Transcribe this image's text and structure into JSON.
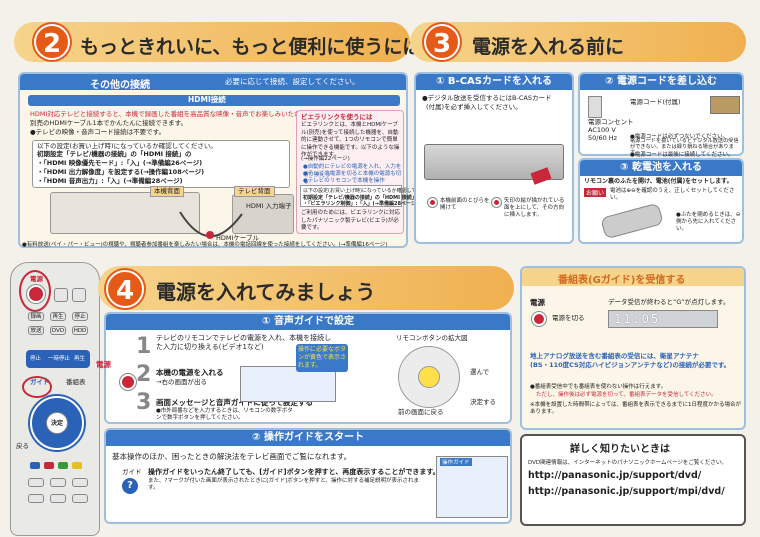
{
  "s2": {
    "num": "2",
    "title": "もっときれいに、もっと便利に使うには"
  },
  "s3": {
    "num": "3",
    "title": "電源を入れる前に"
  },
  "s4": {
    "num": "4",
    "title": "電源を入れてみましょう"
  },
  "other": {
    "head": "その他の接続",
    "headnote": "必要に応じて接続、設定してください。",
    "hdmi_title": "HDMI接続",
    "hdmi_line1": "HDMI対応テレビと接続すると、本機で録画した番組を高品質な映像・音声でお楽しみいただけます。",
    "hdmi_line2": "別売のHDMIケーブル1本でかんたんに接続できます。",
    "hdmi_line3": "●テレビの映像・音声コード接続は不要です。",
    "setting_head": "以下の設定(お買い上げ時)になっているか確認してください。",
    "setting_sub": "初期設定「テレビ/機器の接続」の「HDMI 接続」の",
    "setting_1": "・「HDMI 映像優先モード」:「入」(→準備編26ページ)",
    "setting_2": "・「HDMI 出力解像度」を設定する(→操作編108ページ)",
    "setting_3": "・「HDMI 音声出力」:「入」(→準備編28ページ)",
    "vierra_head": "ビエラリンクを使うには",
    "vierra_1": "ビエラリンクとは、本機とHDMIケーブル(別売)を使って接続した機器を、自動的に連動させて、1つのリモコンで簡単に操作できる機能です。以下のような操作ができます。",
    "vierra_2": "(→操作編22ページ)",
    "vierra_3": "●自動的にテレビの電源を入れ、入力を切り換える",
    "vierra_4": "●テレビの電源を切ると本機の電源も切る",
    "vierra_5": "●テレビのリモコンで本機を操作",
    "vierra_6": "以下の設定(お買い上げ時)になっているか確認してください。",
    "vierra_7": "初期設定「テレビ/機器の接続」の「HDMI 接続」の",
    "vierra_8": "・「ビエラリンク制御」:「入」(→準備編28ページ)",
    "vierra_9": "ご利用のためには、ビエラリンクに対応したパナソニック製テレビ(ビエラ)が必要です。",
    "lbl_player": "本機背面",
    "lbl_tv": "テレビ背面",
    "lbl_cable": "HDMIケーブル",
    "lbl_hdmi_in": "HDMI 入力端子",
    "footnote": "●有料放送(ペイ・パー・ビュー)の視聴や、視聴者参加番組を楽しみたい場合は、本機の電話回線を使った接続をしてください。(→準備編16ページ)"
  },
  "bcas": {
    "head": "① B-CASカードを入れる",
    "line1": "●デジタル放送を受信するにはB-CASカード",
    "line2": "(付属)を必ず挿入してください。",
    "step1": "本機前面のとびらを開けて",
    "step2": "矢印の絵が描かれている面を上にして、その方向に挿入します。"
  },
  "power": {
    "head": "② 電源コードを差し込む",
    "cord": "電源コード(付属)",
    "outlet_1": "電源コンセント",
    "outlet_2": "AC100 V",
    "outlet_3": "50/60 Hz",
    "note1": "●電源コードは必ずつないでください。",
    "note2": "電源コードを抜いているとデジタル放送の受信ができない、または録り損ねる場合があります。",
    "note3": "●電源コードは最後に接続してください。"
  },
  "battery": {
    "head": "③ 乾電池を入れる",
    "line1": "リモコン裏のふたを開け、電池(付属)をセットします。",
    "line2": "電池は⊕⊖を確認のうえ、正しくセットしてください。",
    "tag": "お願い",
    "line3": "●ふたを閉めるときは、⊖側から先に入れてください。"
  },
  "remote": {
    "power": "電源",
    "guide": "ガイド",
    "decide": "決定",
    "return": "戻る",
    "prog": "番組表",
    "row1": [
      "録画",
      "再生",
      "停止"
    ],
    "row2": [
      "放送",
      "DVD",
      "HDD"
    ],
    "row3": [
      "停止",
      "一時停止",
      "再生"
    ],
    "colors": [
      "#2a62b8",
      "#c8283a",
      "#3a9a3a",
      "#e6c020"
    ]
  },
  "guide": {
    "head": "① 音声ガイドで設定",
    "step1": "テレビのリモコンでテレビの電源を入れ、本機を接続した入力に切り換える(ビデオ1など)",
    "step2a": "本機の電源を入れる",
    "step2b": "→右の画面が出る",
    "step3a": "画面メッセージと音声ガイドに従って設定する",
    "step3b": "●市外局番などを入力するときは、リモコンの数字ボタンで数字ボタンを押してください。",
    "power_lbl": "電源",
    "bubble": "操作に必要なボタンが黄色で表示されます。",
    "zoom": "リモコンボタンの拡大図",
    "select": "選んで",
    "decide": "決定する",
    "back": "前の画面に戻る"
  },
  "opguide": {
    "head": "② 操作ガイドをスタート",
    "line1": "基本操作のほか、困ったときの解決法をテレビ画面でご覧になれます。",
    "guide_lbl": "ガイド",
    "line2": "操作ガイドをいったん終了しても、[ガイド]ボタンを押すと、再度表示することができます。",
    "line3": "また、?マークが付いた画面が表示されたときに[ガイド]ボタンを押すと、操作に対する補足説明が表示されます。",
    "screen_title": "操作ガイド"
  },
  "gguide": {
    "head": "番組表(Gガイド)を受信する",
    "power": "電源",
    "power_off": "電源を切る",
    "display_note": "データ受信が終わると“G”が点灯します。",
    "display": "11:05",
    "blue1": "地上アナログ放送を含む番組表の受信には、衛星アナテナ",
    "blue2": "(BS・110度CS対応ハイビジョンアンテナなど)の接続が必要です。",
    "note1": "●番組表受信中でも番組表を使わない操作は行えます。",
    "note2": "ただし、操作後は必ず電源を切って、番組表データを受信してください。",
    "note3": "※本機を設置した時間帯によっては、番組表を表示できるまでに1日程度かかる場合があります。"
  },
  "more": {
    "head": "詳しく知りたいときは",
    "line": "DVD関連情報は、インターネットのパナソニックホームページをご覧ください。",
    "url1": "http://panasonic.jp/support/dvd/",
    "url2": "http://panasonic.jp/support/mpi/dvd/"
  }
}
